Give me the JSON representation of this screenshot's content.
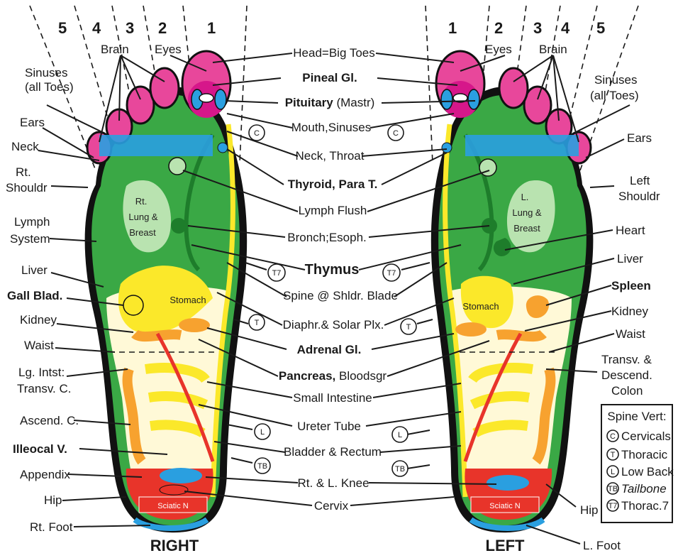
{
  "zones": {
    "right": [
      "5",
      "4",
      "3",
      "2",
      "1"
    ],
    "left": [
      "1",
      "2",
      "3",
      "4",
      "5"
    ]
  },
  "top_labels": {
    "brain": "Brain",
    "eyes": "Eyes"
  },
  "center_labels": {
    "head": "Head=Big Toes",
    "pineal": "Pineal Gl.",
    "pituitary_bold": "Pituitary",
    "pituitary_rest": "(Mastr)",
    "mouth": "Mouth,Sinuses",
    "neck_throat": "Neck, Throat",
    "thyroid": "Thyroid, Para T.",
    "lymph_flush": "Lymph Flush",
    "bronch": "Bronch;Esoph.",
    "thymus": "Thymus",
    "spine": "Spine @ Shldr. Blade",
    "diaphr": "Diaphr.& Solar Plx.",
    "adrenal": "Adrenal Gl.",
    "pancreas_bold": "Pancreas,",
    "pancreas_rest": "Bloodsgr",
    "small_int": "Small Intestine",
    "ureter": "Ureter Tube",
    "bladder": "Bladder & Rectum",
    "knee": "Rt. & L. Knee",
    "cervix": "Cervix"
  },
  "right_side_labels": {
    "sinuses_1": "Sinuses",
    "sinuses_2": "(all Toes)",
    "ears": "Ears",
    "neck": "Neck",
    "shoulder_1": "Rt.",
    "shoulder_2": "Shouldr",
    "lymph_1": "Lymph",
    "lymph_2": "System",
    "liver": "Liver",
    "gall": "Gall Blad.",
    "kidney": "Kidney",
    "waist": "Waist",
    "lg_int_1": "Lg. Intst:",
    "lg_int_2": "Transv. C.",
    "ascend": "Ascend. C.",
    "illeo": "Illeocal V.",
    "appendix": "Appendix",
    "hip": "Hip",
    "foot": "Rt. Foot"
  },
  "left_side_labels": {
    "sinuses_1": "Sinuses",
    "sinuses_2": "(all Toes)",
    "ears": "Ears",
    "shoulder_1": "Left",
    "shoulder_2": "Shouldr",
    "heart": "Heart",
    "liver": "Liver",
    "spleen": "Spleen",
    "kidney": "Kidney",
    "waist": "Waist",
    "colon_1": "Transv. &",
    "colon_2": "Descend.",
    "colon_3": "Colon",
    "hip": "Hip",
    "foot": "L. Foot"
  },
  "foot_inner_labels": {
    "right_lung_1": "Rt.",
    "right_lung_2": "Lung &",
    "right_lung_3": "Breast",
    "left_lung_1": "L.",
    "left_lung_2": "Lung &",
    "left_lung_3": "Breast",
    "stomach": "Stomach",
    "sciatic": "Sciatic N"
  },
  "foot_titles": {
    "right": "RIGHT",
    "left": "LEFT"
  },
  "spine_markers": {
    "c": "C",
    "t": "T",
    "l": "L",
    "tb": "TB",
    "t7": "T7"
  },
  "legend": {
    "title": "Spine Vert:",
    "items": [
      {
        "sym": "C",
        "label": "Cervicals"
      },
      {
        "sym": "T",
        "label": "Thoracic"
      },
      {
        "sym": "L",
        "label": "Low Back"
      },
      {
        "sym": "TB",
        "label": "Tailbone"
      },
      {
        "sym": "T7",
        "label": "Thorac.7"
      }
    ]
  },
  "colors": {
    "green": "#3aa845",
    "dark_green": "#1e7d2b",
    "light_green": "#b9e3b0",
    "pink": "#e8479b",
    "magenta": "#d6178a",
    "blue": "#2a9fe0",
    "yellow": "#fbe82a",
    "orange": "#f7a22f",
    "red": "#e8342a",
    "cream": "#fff9d7"
  }
}
